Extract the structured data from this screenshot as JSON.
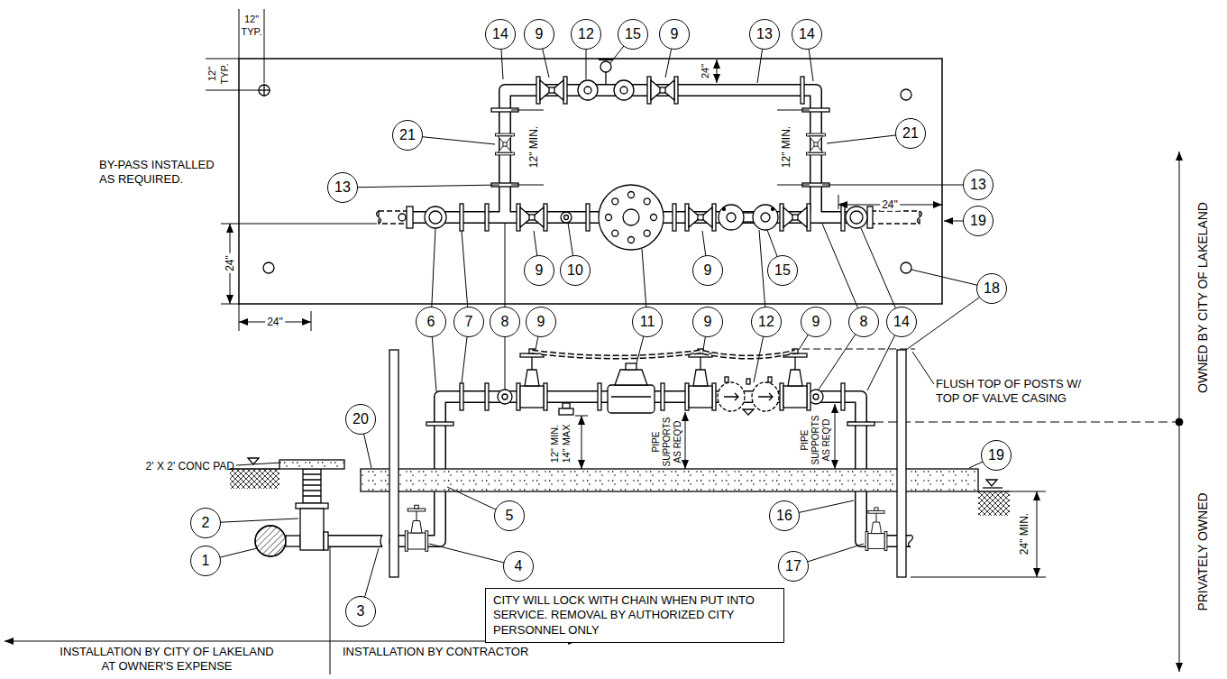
{
  "diagram": {
    "nodes": [
      {
        "text": [
          "14"
        ]
      },
      {
        "text": [
          "9"
        ]
      },
      {
        "text": [
          "12"
        ]
      },
      {
        "text": [
          "15"
        ]
      },
      {
        "text": [
          "9"
        ]
      },
      {
        "text": [
          "13"
        ]
      },
      {
        "text": [
          "14"
        ]
      },
      {
        "text": [
          "21"
        ]
      },
      {
        "text": [
          "21"
        ]
      },
      {
        "text": [
          "13"
        ]
      },
      {
        "text": [
          "13"
        ]
      },
      {
        "text": [
          "19"
        ]
      },
      {
        "text": [
          "9"
        ]
      },
      {
        "text": [
          "10"
        ]
      },
      {
        "text": [
          "9"
        ]
      },
      {
        "text": [
          "15"
        ]
      },
      {
        "text": [
          "18"
        ]
      },
      {
        "text": [
          "6"
        ]
      },
      {
        "text": [
          "7"
        ]
      },
      {
        "text": [
          "8"
        ]
      },
      {
        "text": [
          "9"
        ]
      },
      {
        "text": [
          "11"
        ]
      },
      {
        "text": [
          "9"
        ]
      },
      {
        "text": [
          "12"
        ]
      },
      {
        "text": [
          "9"
        ]
      },
      {
        "text": [
          "8"
        ]
      },
      {
        "text": [
          "14"
        ]
      },
      {
        "text": [
          "20"
        ]
      },
      {
        "text": [
          "19"
        ]
      },
      {
        "text": [
          "5"
        ]
      },
      {
        "text": [
          "16"
        ]
      },
      {
        "text": [
          "2"
        ]
      },
      {
        "text": [
          "1"
        ]
      },
      {
        "text": [
          "4"
        ]
      },
      {
        "text": [
          "17"
        ]
      },
      {
        "text": [
          "3"
        ]
      },
      {
        "text": [
          "CITY WILL LOCK WITH CHAIN WHEN PUT INTO SERVICE. REMOVAL BY AUTHORIZED CITY PERSONNEL ONLY"
        ]
      }
    ],
    "labels": [
      "12\"",
      "TYP.",
      "12\"",
      "TYP.",
      "24\"",
      "BY-PASS INSTALLED AS REQUIRED.",
      "12\" MIN.",
      "12\" MIN.",
      "24\"",
      "24\"",
      "24\"",
      "FLUSH TOP OF POSTS W/ TOP OF VALVE CASING",
      "OWNED BY CITY OF LAKELAND",
      "PRIVATELY OWNED",
      "2' X 2' CONC PAD",
      "12\" MIN. 14\" MAX",
      "PIPE SUPPORTS AS REQ'D",
      "PIPE SUPPORTS AS REQ'D",
      "24\" MIN.",
      "INSTALLATION BY CITY OF LAKELAND AT OWNER'S EXPENSE",
      "INSTALLATION BY CONTRACTOR"
    ]
  }
}
